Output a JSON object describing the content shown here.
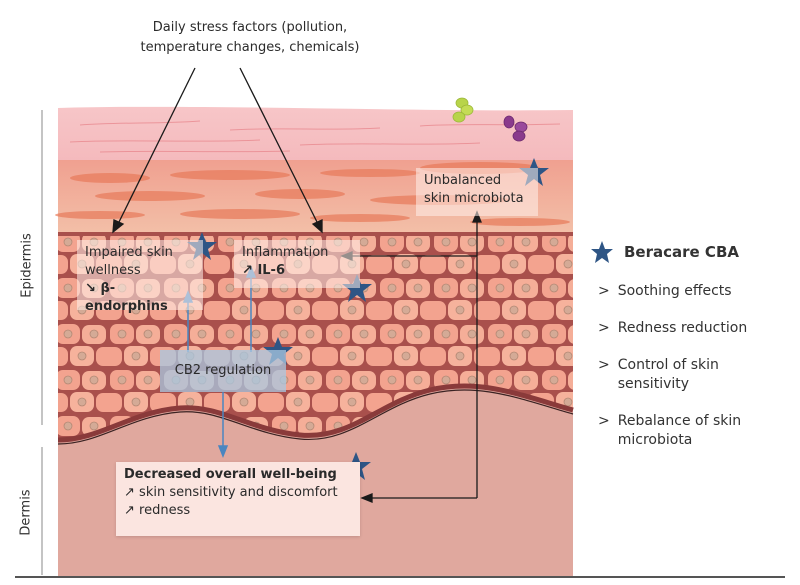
{
  "title": "Daily stress factors (pollution, temperature changes, chemicals)",
  "title_lines": [
    "Daily stress factors (pollution,",
    "temperature changes, chemicals)"
  ],
  "layers": {
    "epidermis": "Epidermis",
    "dermis": "Dermis"
  },
  "boxes": {
    "microbiota": {
      "line1": "Unbalanced",
      "line2": "skin microbiota"
    },
    "impaired": {
      "line1": "Impaired skin",
      "line2": "wellness",
      "line3_arrow": "↘",
      "line3_text": "β-endorphins"
    },
    "inflammation": {
      "line1": "Inflammation",
      "line2_arrow": "↗",
      "line2_text": "IL-6"
    },
    "cb2": {
      "text": "CB2 regulation"
    },
    "wellbeing": {
      "title": "Decreased overall well-being",
      "items": [
        {
          "arrow": "↗",
          "text": "skin sensitivity and discomfort"
        },
        {
          "arrow": "↗",
          "text": "redness"
        }
      ]
    }
  },
  "legend": {
    "icon": "star-icon",
    "title": "Beracare CBA",
    "items": [
      {
        "marker": ">",
        "text": "Soothing effects"
      },
      {
        "marker": ">",
        "text": "Redness reduction"
      },
      {
        "marker": ">",
        "text": "Control of skin sensitivity"
      },
      {
        "marker": ">",
        "text": "Rebalance of skin microbiota"
      }
    ]
  },
  "colors": {
    "star": "#2e5585",
    "blue_arrow": "#4a86c0",
    "stratum_pink": "#f4b7bb",
    "stratum_orange": "#e88a6a",
    "cell_fill": "#f2a08c",
    "cell_border": "#a94a48",
    "dermis": "#e0a89e",
    "bacteria_green": "#b8d44a",
    "bacteria_purple": "#8a3a8c"
  }
}
